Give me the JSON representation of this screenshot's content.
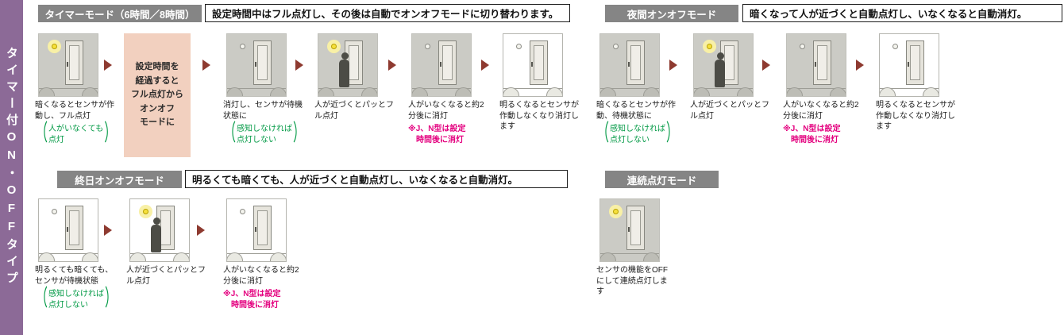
{
  "colors": {
    "sidebar_purple": "#8c6a97",
    "header_gray": "#858585",
    "arrow_maroon": "#8e3a30",
    "pink_box_bg": "#f2d0bf",
    "note_green": "#009944",
    "note_pink": "#e4007f",
    "scene_dark_bg": "#cbcbc5",
    "lamp_yellow": "#f6e13c"
  },
  "icons": {
    "arrow_right": "css-triangle",
    "porch_lamp": "css-circle",
    "person": "css-silhouette",
    "door": "css-rect",
    "bush": "css-arc"
  },
  "sidebar": {
    "label": "タイマー付ON・OFFタイプ"
  },
  "timer": {
    "title": "タイマーモード（6時間／8時間）",
    "description": "設定時間中はフル点灯し、その後は自動でオンオフモードに切り替わります。",
    "box_text": "設定時間を\n経過すると\nフル点灯から\nオンオフ\nモードに",
    "steps": {
      "s1": {
        "caption": "暗くなるとセンサが作動し、フル点灯",
        "note_open": "（",
        "note_lines": "人がいなくても\n点灯",
        "note_close": "）"
      },
      "s2": {
        "caption": "消灯し、センサが待機状態に",
        "note_open": "（",
        "note_lines": "感知しなければ\n点灯しない",
        "note_close": "）"
      },
      "s3": {
        "caption": "人が近づくとパッとフル点灯"
      },
      "s4": {
        "caption": "人がいなくなると約2分後に消灯",
        "note_pink": "※J、N型は設定\n　時間後に消灯"
      },
      "s5": {
        "caption": "明るくなるとセンサが作動しなくなり消灯します"
      }
    }
  },
  "night": {
    "title": "夜間オンオフモード",
    "description": "暗くなって人が近づくと自動点灯し、いなくなると自動消灯。",
    "steps": {
      "s1": {
        "caption": "暗くなるとセンサが作動、待機状態に",
        "note_open": "（",
        "note_lines": "感知しなければ\n点灯しない",
        "note_close": "）"
      },
      "s2": {
        "caption": "人が近づくとパッとフル点灯"
      },
      "s3": {
        "caption": "人がいなくなると約2分後に消灯",
        "note_pink": "※J、N型は設定\n　時間後に消灯"
      },
      "s4": {
        "caption": "明るくなるとセンサが作動しなくなり消灯します"
      }
    }
  },
  "allday": {
    "title": "終日オンオフモード",
    "description": "明るくても暗くても、人が近づくと自動点灯し、いなくなると自動消灯。",
    "steps": {
      "s1": {
        "caption": "明るくても暗くても、センサが待機状態",
        "note_open": "（",
        "note_lines": "感知しなければ\n点灯しない",
        "note_close": "）"
      },
      "s2": {
        "caption": "人が近づくとパッとフル点灯"
      },
      "s3": {
        "caption": "人がいなくなると約2分後に消灯",
        "note_pink": "※J、N型は設定\n　時間後に消灯"
      }
    }
  },
  "continuous": {
    "title": "連続点灯モード",
    "steps": {
      "s1": {
        "caption": "センサの機能をOFFにして連続点灯します"
      }
    }
  }
}
